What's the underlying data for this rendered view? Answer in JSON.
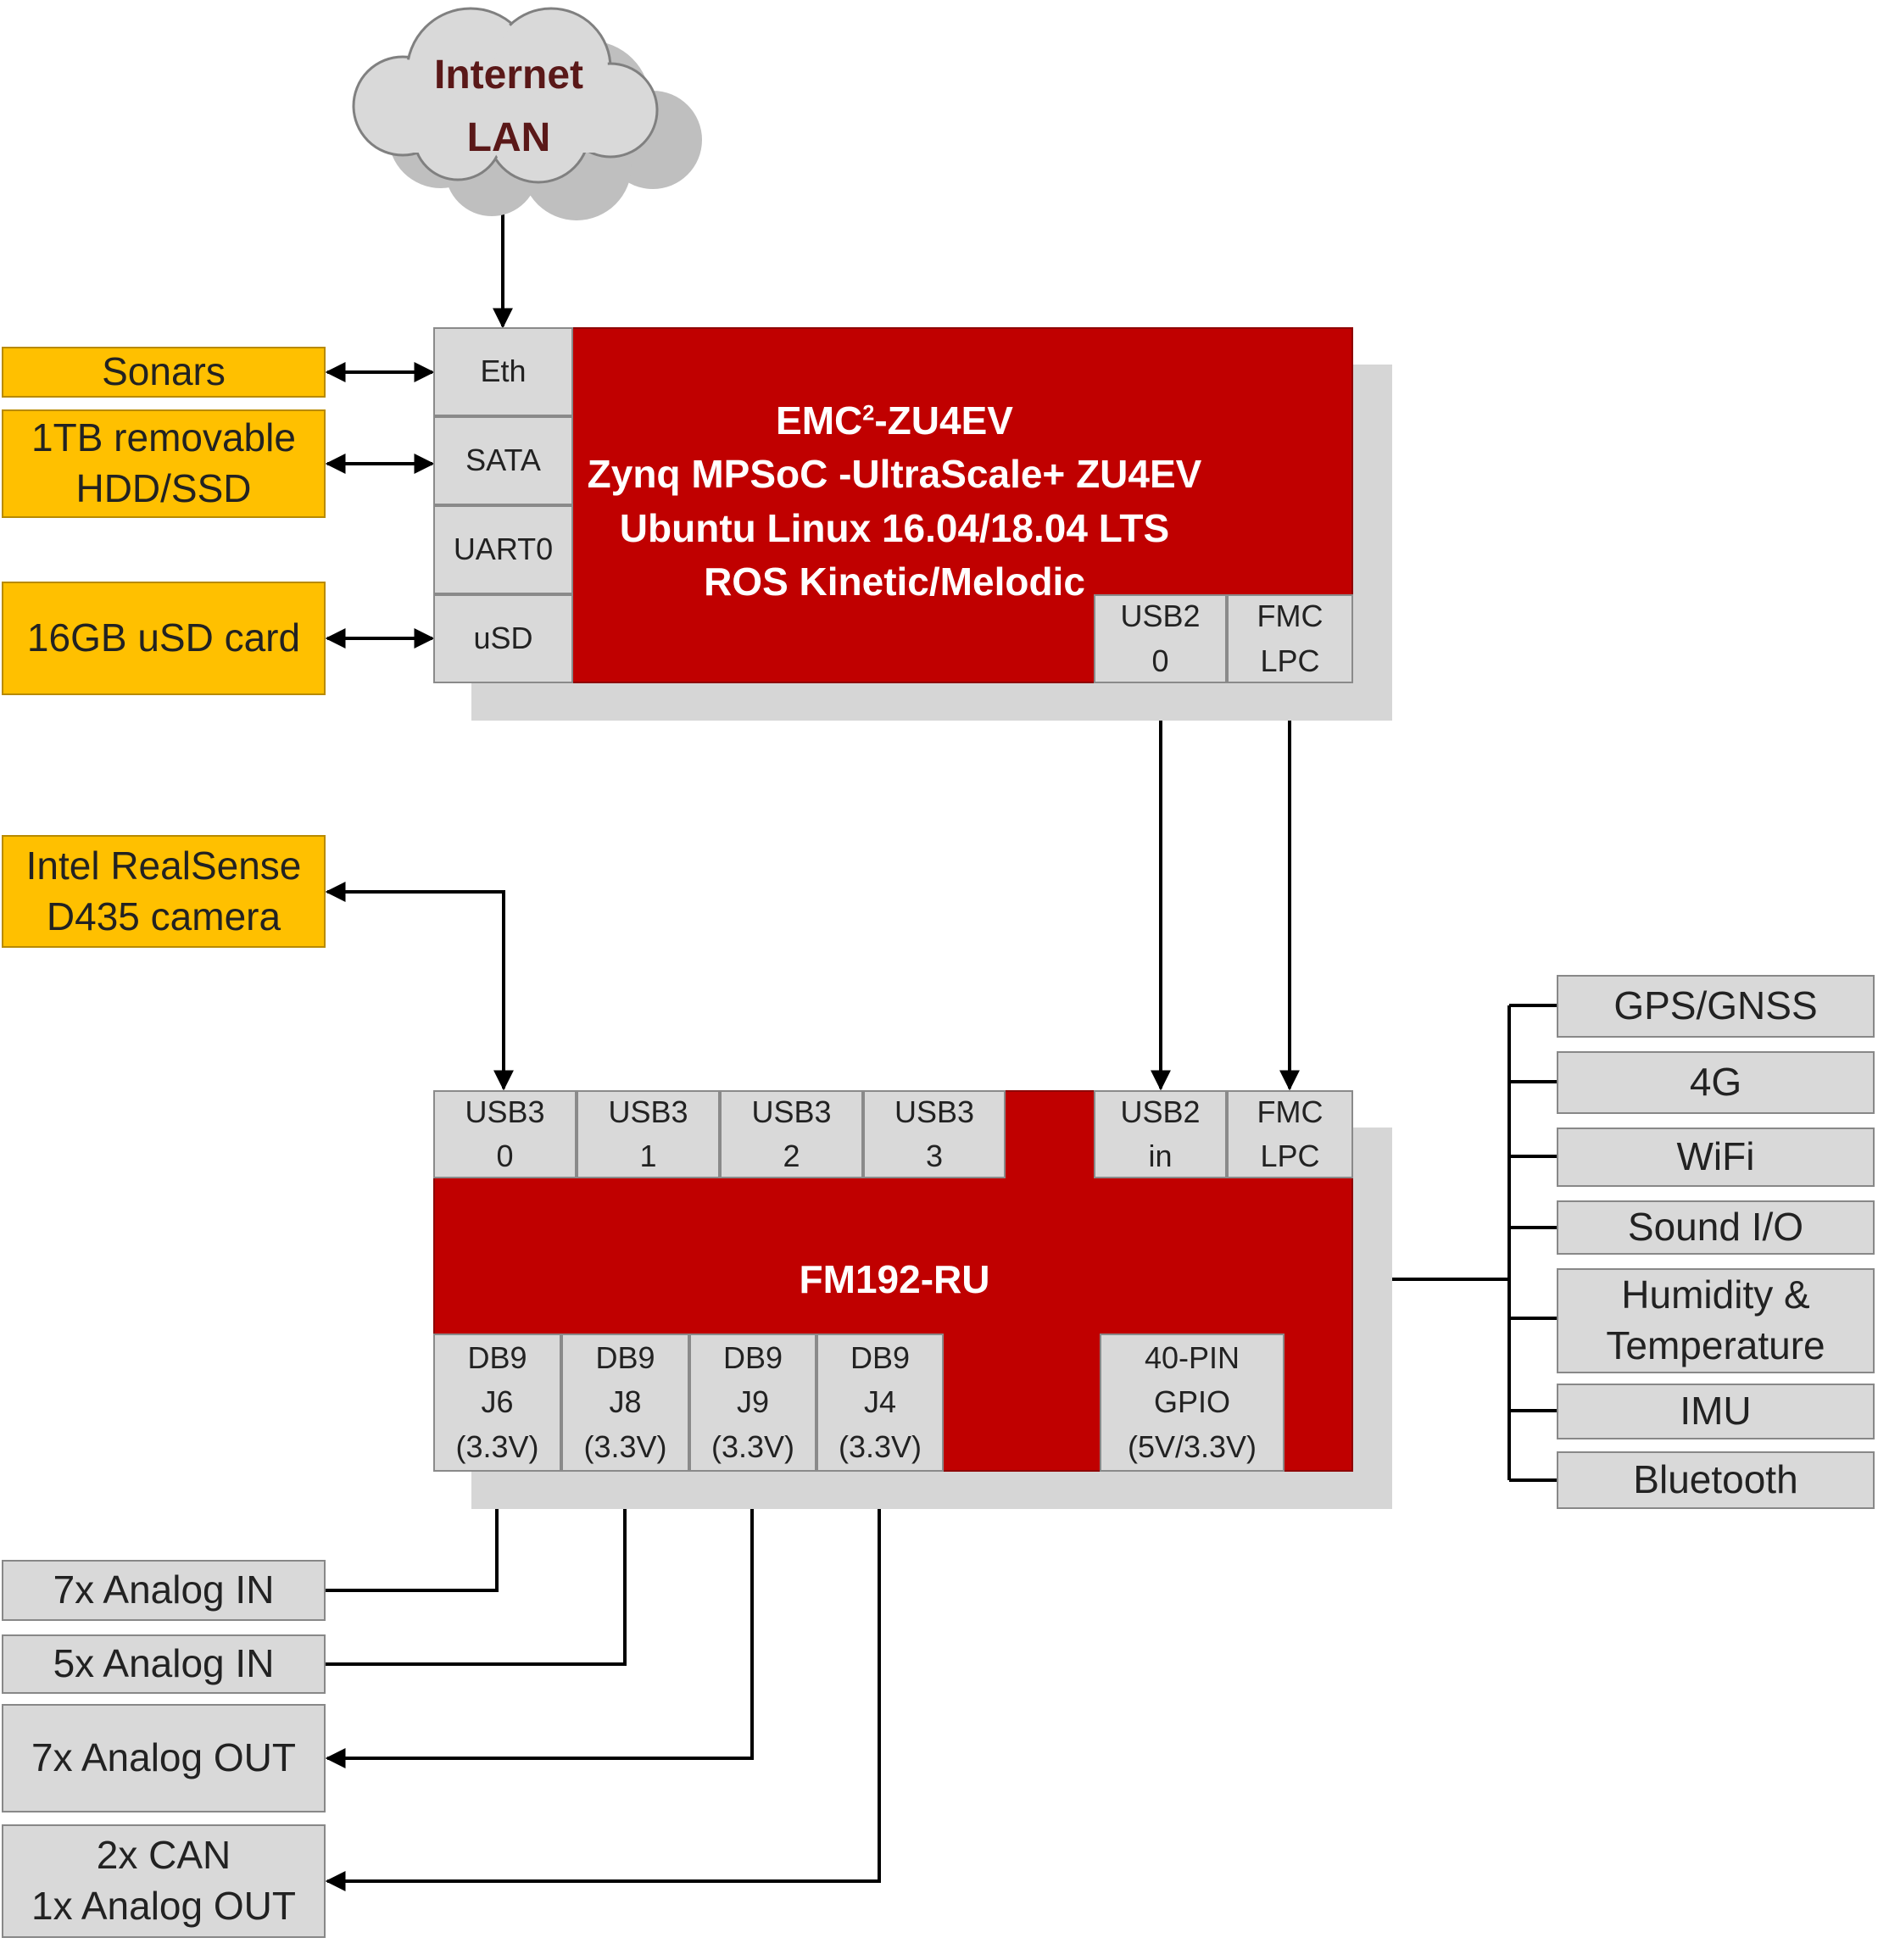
{
  "cloud": {
    "line1": "Internet",
    "line2": "LAN"
  },
  "emc": {
    "name_prefix": "EMC",
    "name_sup": "2",
    "name_suffix": "-ZU4EV",
    "line2": "Zynq MPSoC -UltraScale+ ZU4EV",
    "line3": "Ubuntu Linux 16.04/18.04 LTS",
    "line4": "ROS Kinetic/Melodic",
    "ports_left": [
      "Eth",
      "SATA",
      "UART0",
      "uSD"
    ],
    "ports_bottom": [
      {
        "line1": "USB2",
        "line2": "0"
      },
      {
        "line1": "FMC",
        "line2": "LPC"
      }
    ]
  },
  "fm192": {
    "name": "FM192-RU",
    "ports_top": [
      {
        "line1": "USB3",
        "line2": "0"
      },
      {
        "line1": "USB3",
        "line2": "1"
      },
      {
        "line1": "USB3",
        "line2": "2"
      },
      {
        "line1": "USB3",
        "line2": "3"
      },
      {
        "line1": "USB2",
        "line2": "in"
      },
      {
        "line1": "FMC",
        "line2": "LPC"
      }
    ],
    "ports_bottom": [
      {
        "line1": "DB9",
        "line2": "J6",
        "line3": "(3.3V)"
      },
      {
        "line1": "DB9",
        "line2": "J8",
        "line3": "(3.3V)"
      },
      {
        "line1": "DB9",
        "line2": "J9",
        "line3": "(3.3V)"
      },
      {
        "line1": "DB9",
        "line2": "J4",
        "line3": "(3.3V)"
      },
      {
        "line1": "40-PIN",
        "line2": "GPIO",
        "line3": "(5V/3.3V)"
      }
    ]
  },
  "left_devices": {
    "sonars": "Sonars",
    "hdd_line1": "1TB removable",
    "hdd_line2": "HDD/SSD",
    "usd": "16GB uSD card",
    "camera_line1": "Intel RealSense",
    "camera_line2": "D435 camera",
    "analog_in_7": "7x Analog IN",
    "analog_in_5": "5x Analog IN",
    "analog_out_7": "7x Analog OUT",
    "can_line1": "2x CAN",
    "can_line2": "1x Analog OUT"
  },
  "right_modules": {
    "gps": "GPS/GNSS",
    "lte": "4G",
    "wifi": "WiFi",
    "sound": "Sound I/O",
    "humidity_line1": "Humidity &",
    "humidity_line2": "Temperature",
    "imu": "IMU",
    "bluetooth": "Bluetooth"
  },
  "colors": {
    "board_red": "#C00000",
    "device_orange": "#FFC000",
    "port_gray": "#D9D9D9",
    "cloud_text": "#5A1818"
  }
}
